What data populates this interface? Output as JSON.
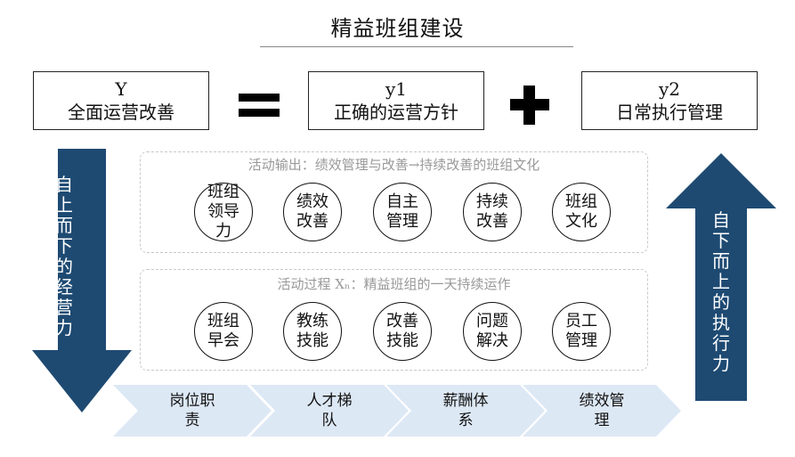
{
  "title": "精益班组建设",
  "equation": {
    "y": {
      "symbol": "Y",
      "label": "全面运营改善"
    },
    "y1": {
      "symbol": "y1",
      "label": "正确的运营方针"
    },
    "y2": {
      "symbol": "y2",
      "label": "日常执行管理"
    },
    "equals_icon": "equals-sign-icon",
    "plus_icon": "plus-sign-icon"
  },
  "output_panel": {
    "label": "活动输出：绩效管理与改善→持续改善的班组文化",
    "items": [
      "班组领导力",
      "绩效改善",
      "自主管理",
      "持续改善",
      "班组文化"
    ]
  },
  "process_panel": {
    "label": "活动过程 Xₙ：精益班组的一天持续运作",
    "items": [
      "班组早会",
      "教练技能",
      "改善技能",
      "问题解决",
      "员工管理"
    ]
  },
  "left_arrow": {
    "text": "自上而下的经营力",
    "color": "#1e4a72"
  },
  "right_arrow": {
    "text": "自下而上的执行力",
    "color": "#1e4a72"
  },
  "foundation": {
    "color": "#dde8f5",
    "items": [
      "岗位职责",
      "人才梯队",
      "薪酬体系",
      "绩效管理"
    ]
  }
}
